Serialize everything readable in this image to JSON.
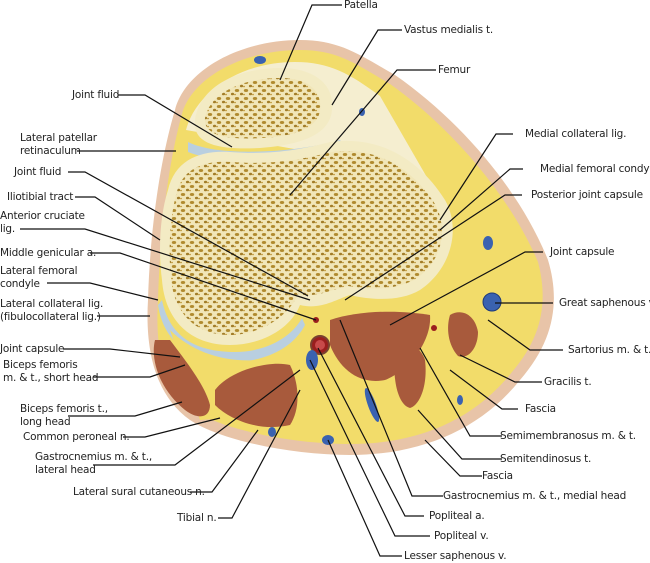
{
  "figure": {
    "title": "Cross section of knee (superior view)",
    "colors": {
      "skin": "#e8c4a8",
      "fat": "#f2dc6a",
      "fat_light": "#f7e999",
      "bone_cortex": "#f3ebc4",
      "bone_trabecular": "#b08a2e",
      "muscle": "#a85a3c",
      "muscle_line": "#c9826a",
      "cartilage": "#b9cfe0",
      "vein": "#3a62b0",
      "artery": "#9a1e1e",
      "tendon": "#f4f4f8"
    }
  },
  "labels": {
    "patella": "Patella",
    "vastus_medialis": "Vastus medialis t.",
    "femur": "Femur",
    "joint_fluid_1": "Joint fluid",
    "lateral_patellar_retinaculum": [
      "Lateral patellar",
      "retinaculum"
    ],
    "joint_fluid_2": "Joint fluid",
    "iliotibial_tract": "Iliotibial tract",
    "anterior_cruciate": [
      "Anterior cruciate",
      "lig."
    ],
    "middle_genicular": "Middle genicular a.",
    "lateral_femoral_condyle": [
      "Lateral femoral",
      "condyle"
    ],
    "lateral_collateral": [
      "Lateral collateral lig.",
      "(fibulocollateral lig.)"
    ],
    "joint_capsule_left": "Joint capsule",
    "biceps_short": [
      "Biceps femoris",
      "m. & t., short head"
    ],
    "biceps_long": [
      "Biceps femoris t.,",
      "long head"
    ],
    "common_peroneal": "Common peroneal n.",
    "gastrocnemius_lateral": [
      "Gastrocnemius m. & t.,",
      "lateral head"
    ],
    "lateral_sural": "Lateral sural cutaneous n.",
    "tibial_n": "Tibial n.",
    "medial_collateral": "Medial collateral lig.",
    "medial_femoral_condyle": "Medial femoral condyle",
    "posterior_joint_capsule": "Posterior joint capsule",
    "joint_capsule_right": "Joint capsule",
    "great_saphenous": "Great saphenous v.",
    "sartorius": "Sartorius m. & t.",
    "gracilis": "Gracilis t.",
    "fascia_right": "Fascia",
    "semimembranosus": "Semimembranosus m. & t.",
    "semitendinosus": "Semitendinosus t.",
    "fascia_bottom": "Fascia",
    "gastrocnemius_medial": "Gastrocnemius m. & t., medial head",
    "popliteal_a": "Popliteal a.",
    "popliteal_v": "Popliteal v.",
    "lesser_saphenous": "Lesser saphenous v."
  }
}
